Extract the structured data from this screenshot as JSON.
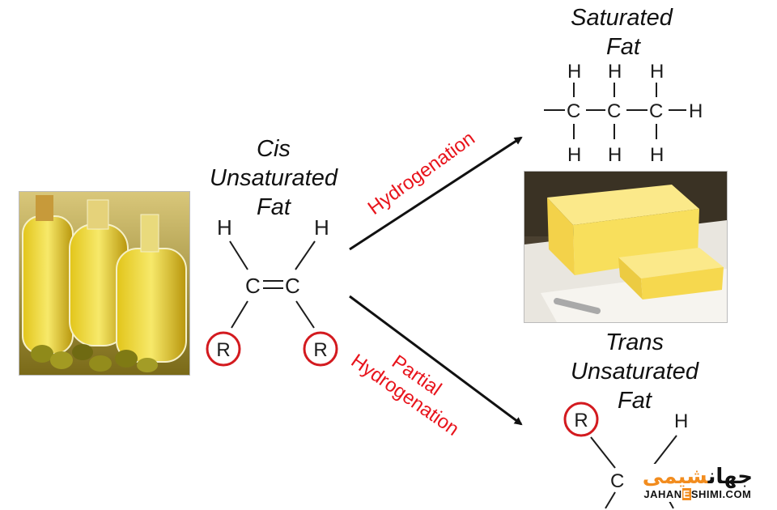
{
  "titles": {
    "cis": [
      "Cis",
      "Unsaturated",
      "Fat"
    ],
    "saturated": [
      "Saturated",
      "Fat"
    ],
    "trans": [
      "Trans",
      "Unsaturated",
      "Fat"
    ]
  },
  "processes": {
    "hydrogenation": "Hydrogenation",
    "partial": [
      "Partial",
      "Hydrogenation"
    ]
  },
  "atoms": {
    "hydrogen": "H",
    "carbon": "C",
    "r_group": "R"
  },
  "photos": {
    "left": "oil-bottles-photo",
    "right": "butter-photo"
  },
  "watermark": {
    "persian_logo": "جهان شیمی",
    "site_pre": "JAHAN",
    "site_e": "E",
    "site_post": "SHIMI.COM"
  },
  "colors": {
    "process_text": "#e8141c",
    "r_circle": "#d31a1f",
    "bonds": "#1c1c1c",
    "arrows": "#111111",
    "watermark_orange": "#f28c1e"
  }
}
